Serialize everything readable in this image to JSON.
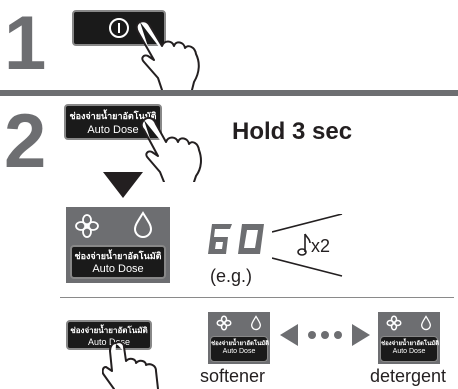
{
  "steps": [
    {
      "number": "1"
    },
    {
      "number": "2"
    }
  ],
  "power_button": {
    "icon": "power-icon"
  },
  "auto_dose_button": {
    "label_thai": "ช่องจ่ายน้ำยาอัตโนมัติ",
    "label_en": "Auto Dose"
  },
  "instruction": {
    "hold_text": "Hold 3 sec"
  },
  "display": {
    "digits": "60",
    "example_label": "(e.g.)",
    "beep_count": "x2"
  },
  "options": {
    "softener_label": "softener",
    "detergent_label": "detergent"
  },
  "icons": [
    "power-icon",
    "hand-press-icon",
    "down-arrow-icon",
    "softener-flower-icon",
    "detergent-drop-icon",
    "music-note-icon",
    "left-arrow-icon",
    "right-arrow-icon",
    "dots-icon"
  ],
  "colors": {
    "panel_gray": "#6d6e71",
    "button_black": "#1a1a1a",
    "text": "#231f20"
  }
}
